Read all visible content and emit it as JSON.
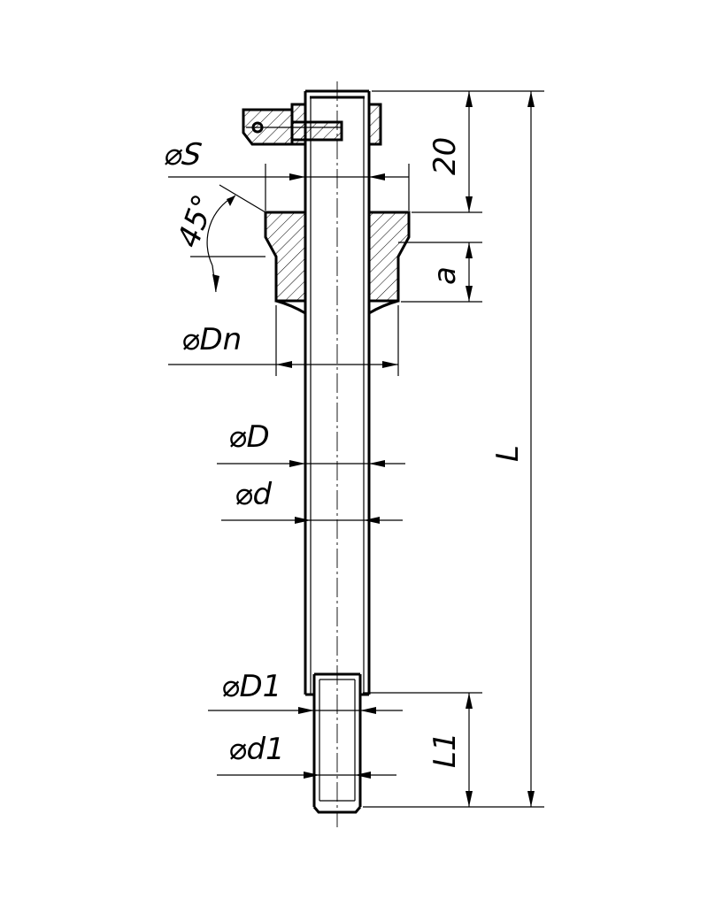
{
  "labels": {
    "diameter_s": "⌀S",
    "dim_20": "20",
    "angle": "45°",
    "dim_a": "a",
    "diameter_dn": "⌀Dn",
    "diameter_d_outer": "⌀D",
    "diameter_d_inner": "⌀d",
    "length_l": "L",
    "diameter_d1_outer": "⌀D1",
    "diameter_d1_inner": "⌀d1",
    "length_l1": "L1"
  }
}
